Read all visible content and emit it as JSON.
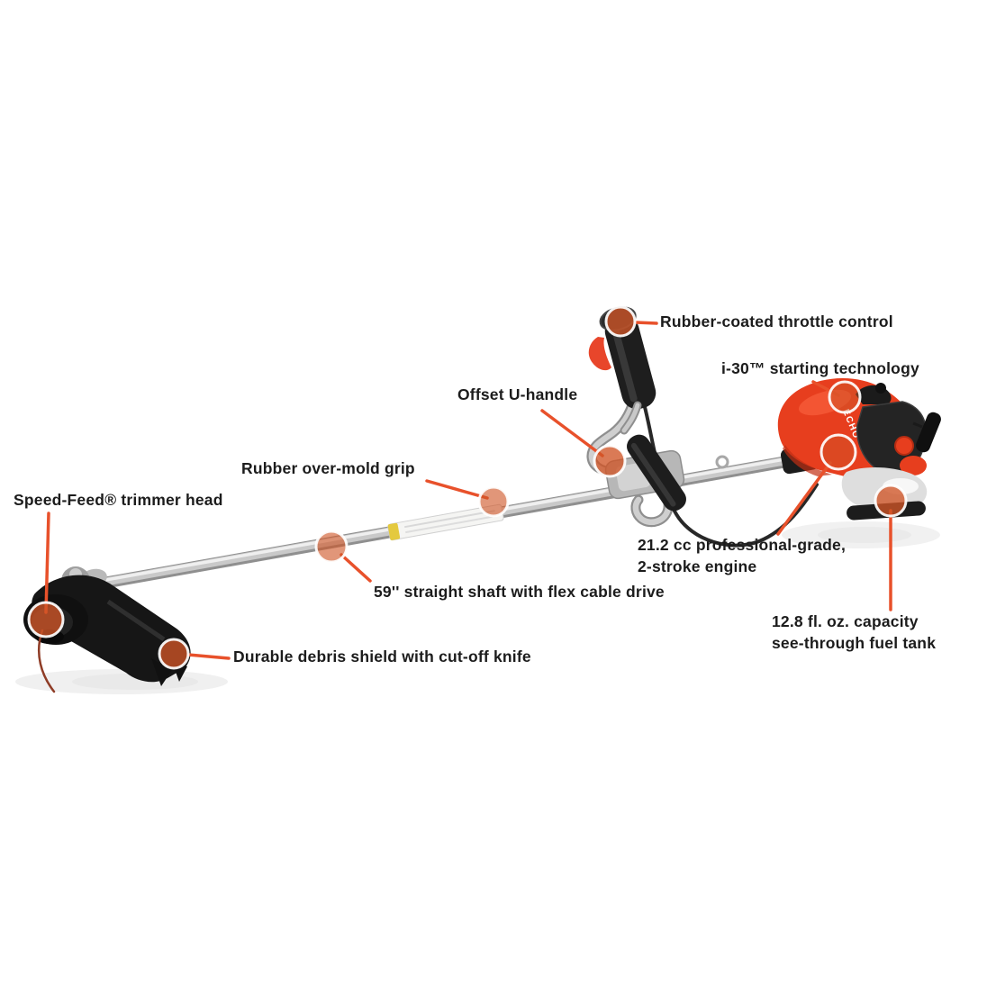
{
  "diagram": {
    "product": "gas string trimmer feature diagram",
    "brand_logo": "ECHO",
    "colors": {
      "background": "#ffffff",
      "callout_line": "#e8512b",
      "callout_marker": "#cf5527",
      "label_text": "#1c1c1c",
      "engine_red": "#e73e1e"
    },
    "callouts": [
      {
        "id": "throttle-control",
        "label": "Rubber-coated throttle control"
      },
      {
        "id": "i30-starting",
        "label": "i-30™ starting technology"
      },
      {
        "id": "offset-u-handle",
        "label": "Offset U-handle"
      },
      {
        "id": "rubber-grip",
        "label": "Rubber over-mold grip"
      },
      {
        "id": "speed-feed-head",
        "label": "Speed-Feed® trimmer head"
      },
      {
        "id": "engine",
        "label": "21.2 cc professional-grade,\n2-stroke engine"
      },
      {
        "id": "shaft",
        "label": "59'' straight shaft with flex cable drive"
      },
      {
        "id": "fuel-tank",
        "label": "12.8 fl. oz. capacity\nsee-through fuel tank"
      },
      {
        "id": "debris-shield",
        "label": "Durable debris shield with cut-off knife"
      }
    ]
  }
}
